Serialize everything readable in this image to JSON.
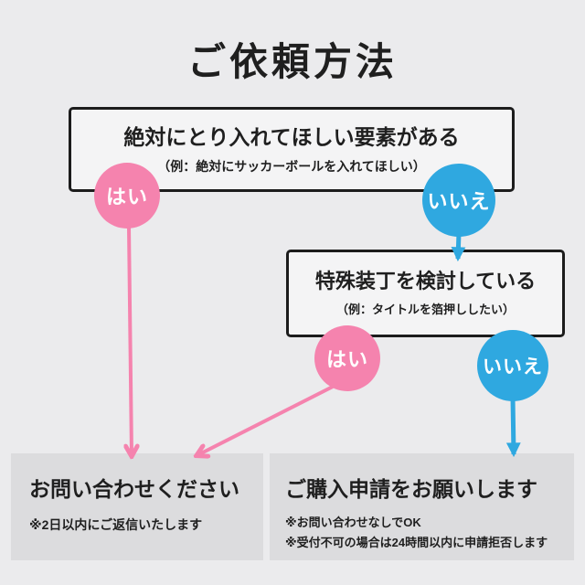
{
  "title": "ご依頼方法",
  "colors": {
    "background": "#ebebed",
    "panel_fill": "#f4f4f5",
    "panel_border": "#1c1c1c",
    "pink": "#f583ae",
    "blue": "#2fa8e0",
    "outcome_fill": "#dcdcde",
    "text": "#1f1f1f",
    "circle_text": "#ffffff"
  },
  "decisions": [
    {
      "question": "絶対にとり入れてほしい要素がある",
      "example": "（例：絶対にサッカーボールを入れてほしい）",
      "yes": "はい",
      "no": "いいえ"
    },
    {
      "question": "特殊装丁を検討している",
      "example": "（例：タイトルを箔押ししたい）",
      "yes": "はい",
      "no": "いいえ"
    }
  ],
  "outcome_contact": {
    "title": "お問い合わせください",
    "notes": [
      "※2日以内にご返信いたします"
    ]
  },
  "outcome_purchase": {
    "title": "ご購入申請をお願いします",
    "notes": [
      "※お問い合わせなしでOK",
      "※受付不可の場合は24時間以内に申請拒否します"
    ]
  }
}
